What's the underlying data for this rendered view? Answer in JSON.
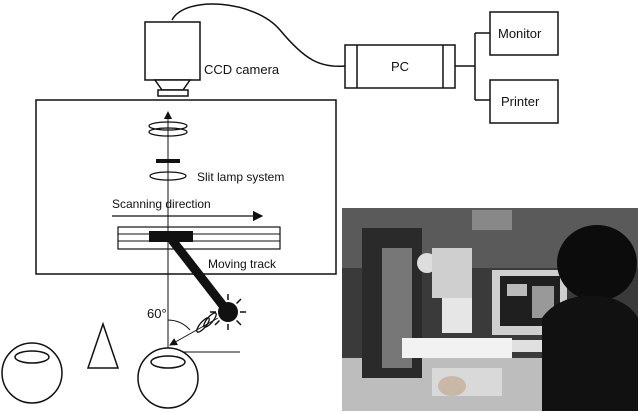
{
  "labels": {
    "ccd_camera": "CCD camera",
    "pc": "PC",
    "monitor": "Monitor",
    "printer": "Printer",
    "slit_lamp": "Slit lamp system",
    "scanning_direction": "Scanning direction",
    "moving_track": "Moving track",
    "angle": "60°"
  }
}
